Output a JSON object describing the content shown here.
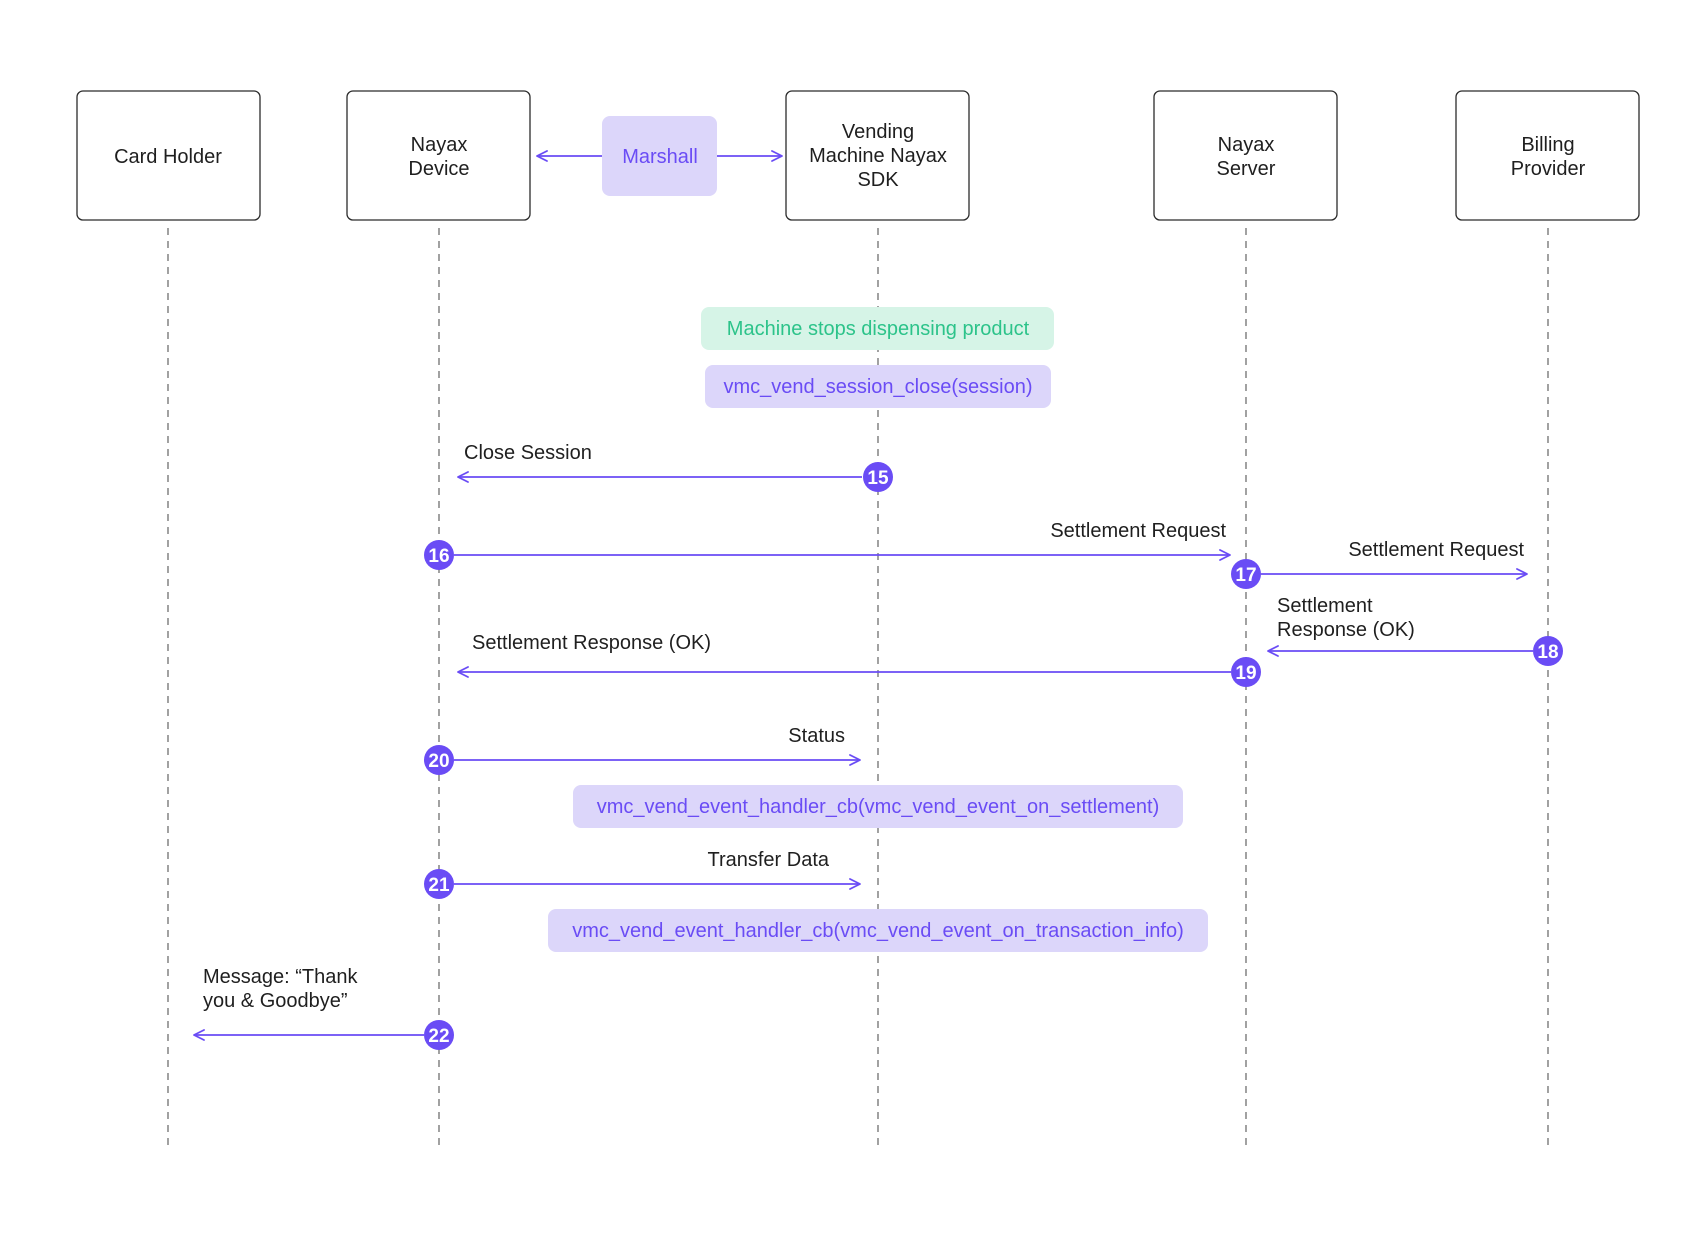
{
  "actors": {
    "card_holder": "Card Holder",
    "nayax_device": [
      "Nayax",
      "Device"
    ],
    "vending_machine": [
      "Vending",
      "Machine Nayax",
      "SDK"
    ],
    "nayax_server": [
      "Nayax",
      "Server"
    ],
    "billing_provider": [
      "Billing",
      "Provider"
    ]
  },
  "marshall_label": "Marshall",
  "notes": {
    "stops_dispensing": "Machine stops dispensing product",
    "session_close": "vmc_vend_session_close(session)",
    "on_settlement": "vmc_vend_event_handler_cb(vmc_vend_event_on_settlement)",
    "on_transaction_info": "vmc_vend_event_handler_cb(vmc_vend_event_on_transaction_info)"
  },
  "messages": {
    "m15": {
      "step": "15",
      "label": [
        "Close Session"
      ]
    },
    "m16": {
      "step": "16",
      "label": [
        "Settlement Request"
      ]
    },
    "m17": {
      "step": "17",
      "label": [
        "Settlement Request"
      ]
    },
    "m18": {
      "step": "18",
      "label": [
        "Settlement",
        "Response (OK)"
      ]
    },
    "m19": {
      "step": "19",
      "label": [
        "Settlement Response (OK)"
      ]
    },
    "m20": {
      "step": "20",
      "label": [
        "Status"
      ]
    },
    "m21": {
      "step": "21",
      "label": [
        "Transfer Data"
      ]
    },
    "m22": {
      "step": "22",
      "label": [
        "Message: “Thank",
        "you & Goodbye”"
      ]
    }
  },
  "colors": {
    "accent": "#6a4cf5",
    "note_purple_bg": "#dcd6fa",
    "note_green_bg": "#d6f4e7",
    "note_green_text": "#2cc38a",
    "lifeline": "#8a8a8a"
  }
}
